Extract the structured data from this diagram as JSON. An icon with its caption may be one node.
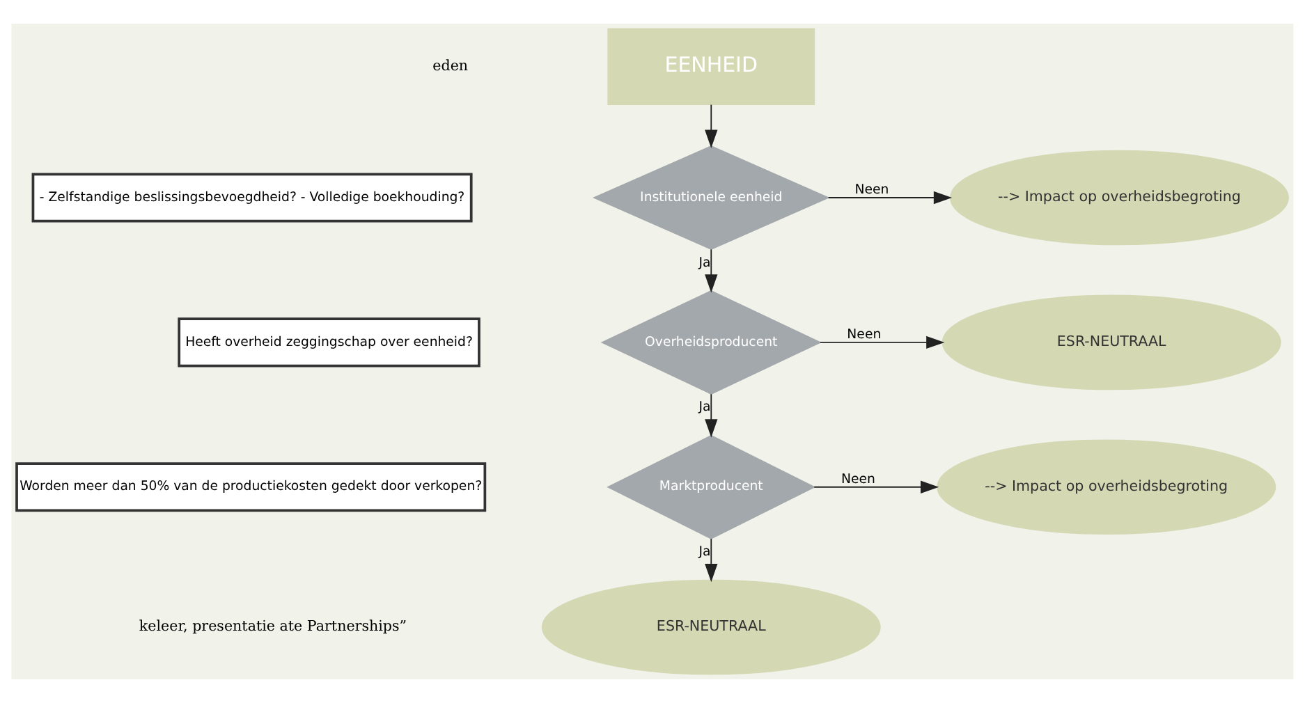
{
  "diagram": {
    "nodes": [
      {
        "text": [
          "EENHEID"
        ]
      },
      {
        "text": [
          "- Zelfstandige beslissingsbevoegdheid? - Volledige boekhouding?"
        ]
      },
      {
        "text": [
          "Institutionele eenheid"
        ]
      },
      {
        "text": [
          "--> Impact op overheidsbegroting"
        ]
      },
      {
        "text": [
          "Heeft overheid zeggingschap over eenheid?"
        ]
      },
      {
        "text": [
          "Overheidsproducent"
        ]
      },
      {
        "text": [
          "ESR-NEUTRAAL"
        ]
      },
      {
        "text": [
          "Worden meer dan 50% van de productiekosten gedekt door verkopen?"
        ]
      },
      {
        "text": [
          "Marktproducent"
        ]
      },
      {
        "text": [
          "--> Impact op overheidsbegroting"
        ]
      },
      {
        "text": [
          "ESR-NEUTRAAL"
        ]
      }
    ],
    "edges": [
      {
        "from": 0,
        "to": 2,
        "arrow": "to"
      },
      {
        "from": 2,
        "to": 3,
        "arrow": "to",
        "label": "Neen"
      },
      {
        "from": 2,
        "to": 5,
        "arrow": "to",
        "label": "Ja"
      },
      {
        "from": 5,
        "to": 6,
        "arrow": "to",
        "label": "Neen"
      },
      {
        "from": 5,
        "to": 8,
        "arrow": "to",
        "label": "Ja"
      },
      {
        "from": 8,
        "to": 9,
        "arrow": "to",
        "label": "Neen"
      },
      {
        "from": 8,
        "to": 10,
        "arrow": "to",
        "label": "Ja"
      }
    ],
    "labels": [
      "eden",
      "keleer, presentatie ate Partnerships”"
    ]
  }
}
